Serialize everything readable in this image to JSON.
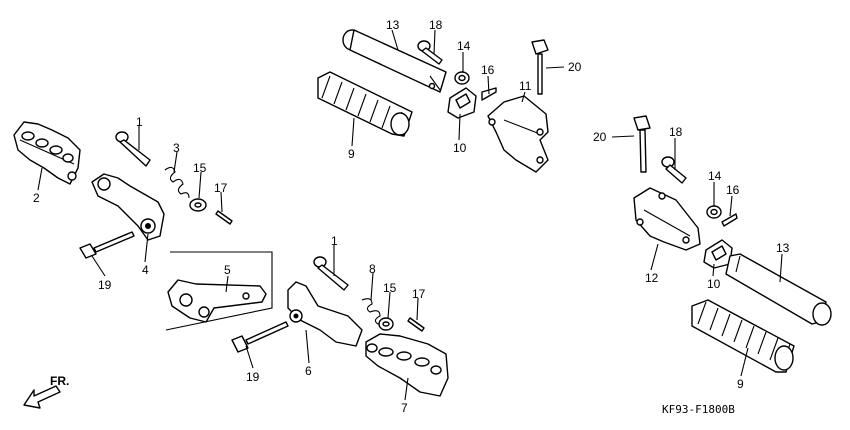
{
  "diagram": {
    "code": "KF93-F1800B",
    "direction_label": "FR.",
    "callouts": [
      "1",
      "2",
      "3",
      "15",
      "17",
      "19",
      "4",
      "5",
      "1",
      "8",
      "15",
      "17",
      "19",
      "6",
      "7",
      "13",
      "18",
      "14",
      "16",
      "11",
      "20",
      "9",
      "10",
      "20",
      "18",
      "14",
      "16",
      "12",
      "10",
      "13",
      "9"
    ]
  }
}
